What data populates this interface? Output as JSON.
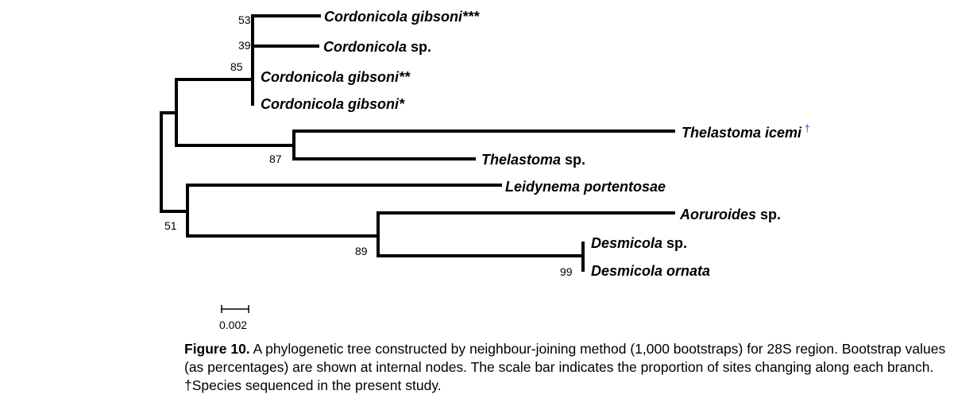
{
  "taxa": [
    {
      "italic": "Cordonicola gibsoni***",
      "plain": ""
    },
    {
      "italic": "Cordonicola",
      "plain": " sp."
    },
    {
      "italic": "Cordonicola gibsoni**",
      "plain": ""
    },
    {
      "italic": "Cordonicola gibsoni*",
      "plain": ""
    },
    {
      "italic": "Thelastoma icemi",
      "plain": "",
      "mark": "†"
    },
    {
      "italic": "Thelastoma",
      "plain": " sp."
    },
    {
      "italic": "Leidynema portentosae",
      "plain": ""
    },
    {
      "italic": "Aoruroides",
      "plain": " sp."
    },
    {
      "italic": "Desmicola",
      "plain": " sp."
    },
    {
      "italic": "Desmicola ornata",
      "plain": ""
    }
  ],
  "bootstrap": [
    "53",
    "39",
    "85",
    "87",
    "51",
    "89",
    "99"
  ],
  "scale_bar": {
    "label": "0.002"
  },
  "mark_color": "#1a5fb4",
  "caption": {
    "label": "Figure 10.",
    "text": " A phylogenetic tree constructed by neighbour-joining method (1,000 bootstraps) for 28S region. Bootstrap values (as percentages) are shown at internal nodes. The scale bar indicates the proportion of sites changing along each branch. †Species sequenced in the present study."
  }
}
